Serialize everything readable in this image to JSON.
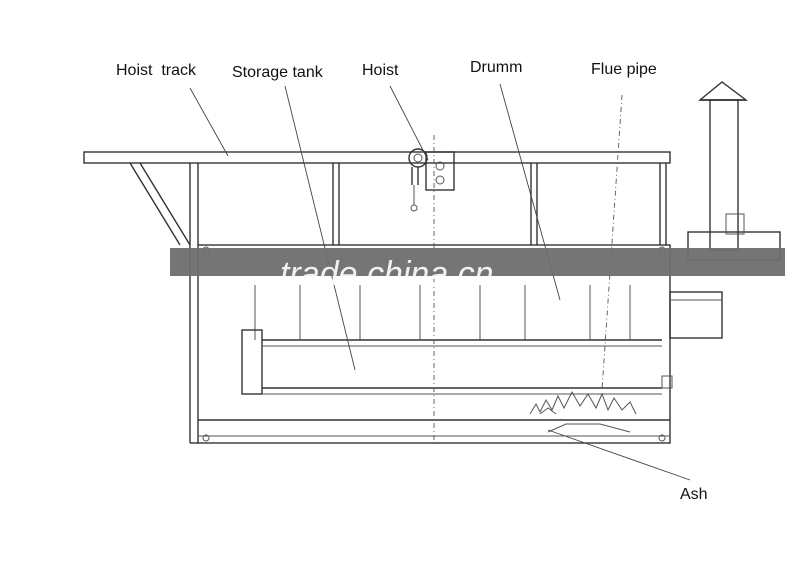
{
  "labels": {
    "hoist_track": "Hoist  track",
    "storage_tank": "Storage tank",
    "hoist": "Hoist",
    "drumm": "Drumm",
    "flue_pipe": "Flue pipe",
    "ash": "Ash"
  },
  "watermark": "trade.china.cn",
  "colors": {
    "line": "#333333",
    "watermark_band": "#6e6e6e",
    "background": "#ffffff"
  }
}
